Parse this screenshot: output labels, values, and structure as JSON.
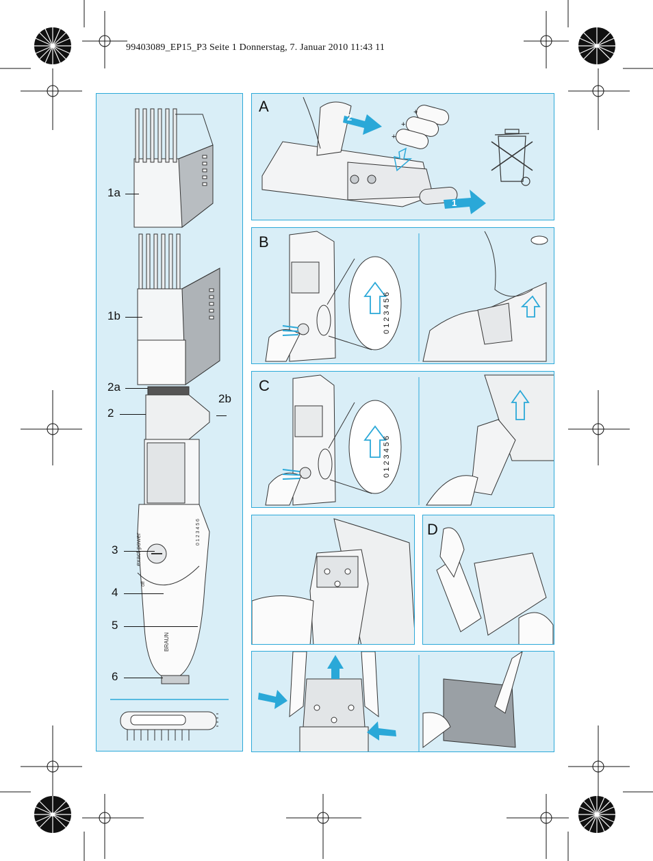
{
  "header": {
    "text": "99403089_EP15_P3  Seite 1  Donnerstag, 7. Januar 2010  11:43 11"
  },
  "colors": {
    "panel_bg": "#d9eef7",
    "panel_border": "#2aa8d8",
    "accent": "#2aa8d8"
  },
  "left_panel": {
    "callouts": [
      "1a",
      "1b",
      "2a",
      "2b",
      "2",
      "3",
      "4",
      "5",
      "6"
    ],
    "device_text": {
      "brand": "BRAUN",
      "switch": "exact power",
      "off": "off",
      "scale": "0 1 2 3 4 5 6"
    }
  },
  "panels": {
    "A": {
      "label": "A",
      "steps": [
        "1",
        "2"
      ]
    },
    "B": {
      "label": "B",
      "scale": "0 1 2 3 4 5 6"
    },
    "C": {
      "label": "C",
      "scale": "0 1 2 3 4 5 6"
    },
    "D": {
      "label": "D"
    }
  }
}
